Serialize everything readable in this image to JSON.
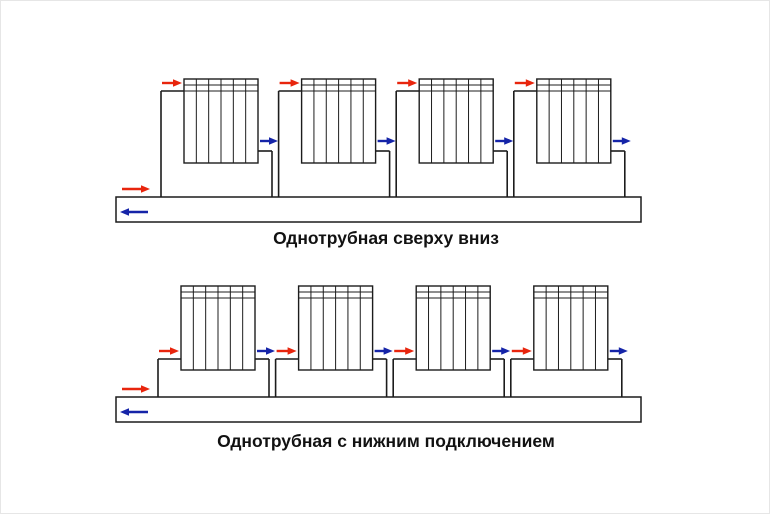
{
  "colors": {
    "line": "#1c1c1c",
    "supply": "#e8250d",
    "return": "#1524a8",
    "background": "#ffffff"
  },
  "diagrams": [
    {
      "caption": "Однотрубная сверху вниз",
      "connection": "top-down",
      "radiators": 4,
      "sections_per_radiator": 6
    },
    {
      "caption": "Однотрубная с нижним подключением",
      "connection": "bottom",
      "radiators": 4,
      "sections_per_radiator": 6
    }
  ]
}
